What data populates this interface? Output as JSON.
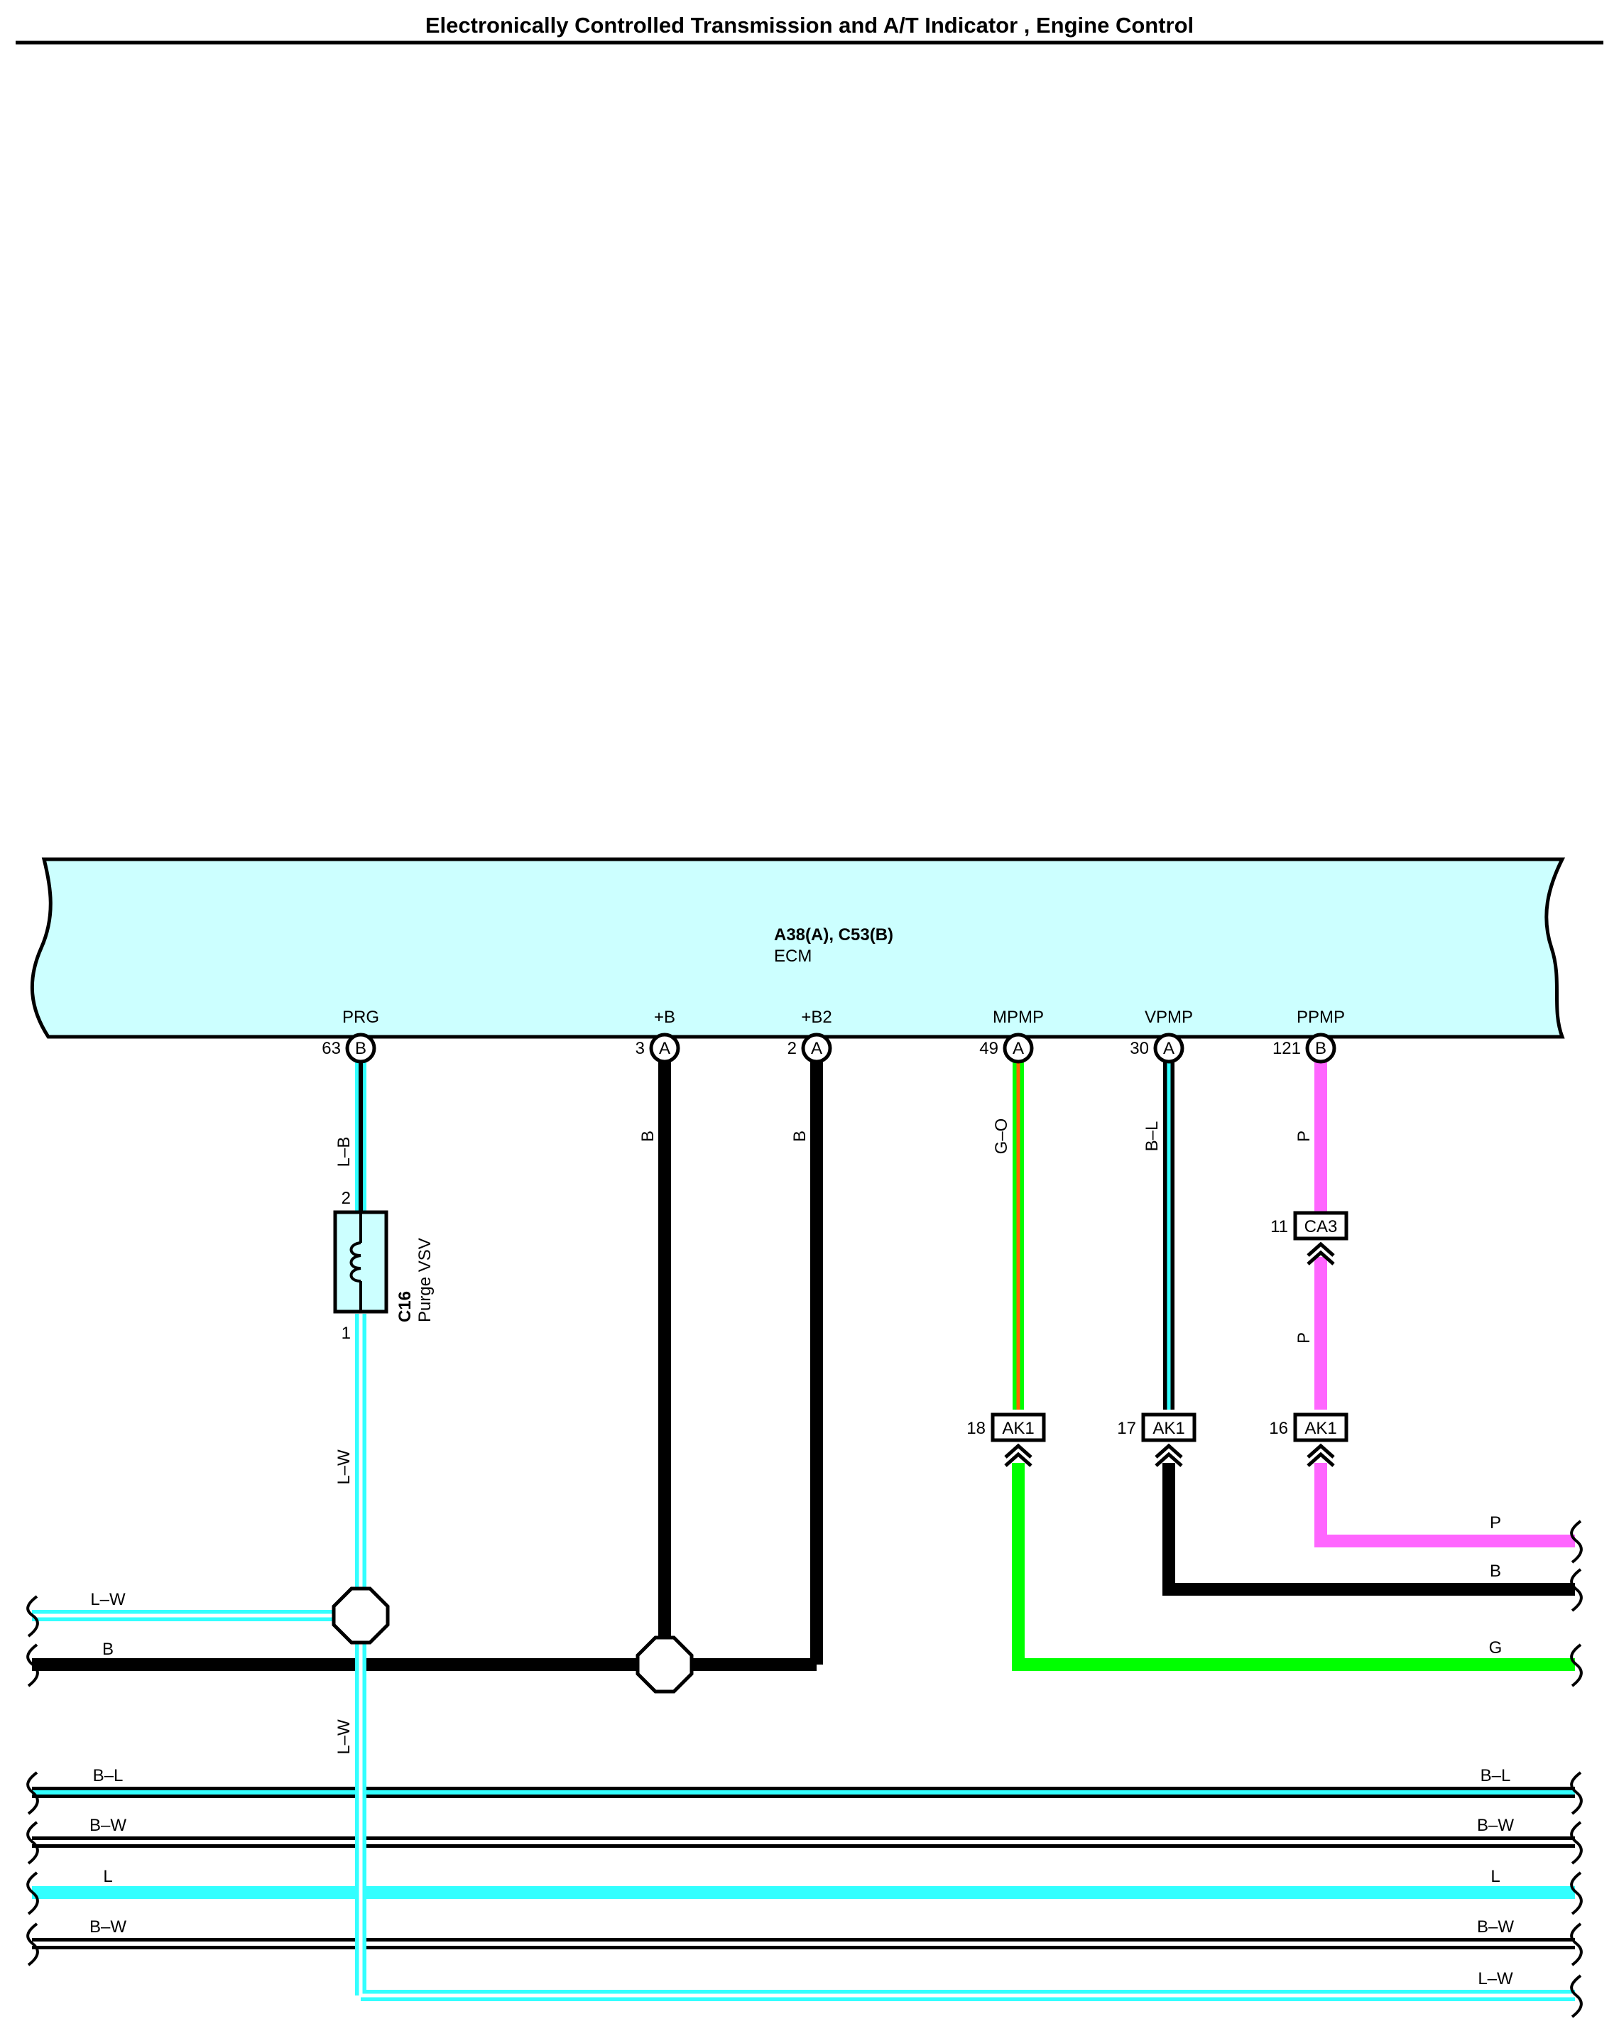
{
  "title": "Electronically Controlled Transmission and A/T Indicator , Engine Control",
  "ecm": {
    "connectors": "A38(A), C53(B)",
    "name": "ECM"
  },
  "terminals": {
    "prg": {
      "label": "PRG",
      "pin": "63",
      "conn": "B"
    },
    "b": {
      "label": "+B",
      "pin": "3",
      "conn": "A"
    },
    "b2": {
      "label": "+B2",
      "pin": "2",
      "conn": "A"
    },
    "mpmp": {
      "label": "MPMP",
      "pin": "49",
      "conn": "A"
    },
    "vpmp": {
      "label": "VPMP",
      "pin": "30",
      "conn": "A"
    },
    "ppmp": {
      "label": "PPMP",
      "pin": "121",
      "conn": "B"
    }
  },
  "vsv": {
    "code": "C16",
    "name": "Purge VSV",
    "pin_top": "2",
    "pin_bottom": "1"
  },
  "connectors": {
    "ca3": {
      "name": "CA3",
      "pin": "11"
    },
    "ak1_mpmp": {
      "name": "AK1",
      "pin": "18"
    },
    "ak1_vpmp": {
      "name": "AK1",
      "pin": "17"
    },
    "ak1_ppmp": {
      "name": "AK1",
      "pin": "16"
    }
  },
  "wire_labels": {
    "prg_upper": "L–B",
    "prg_lower": "L–W",
    "prg_bottom": "L–W",
    "b_vert": "B",
    "b2_vert": "B",
    "mpmp_vert": "G–O",
    "vpmp_vert": "B–L",
    "ppmp_upper": "P",
    "ppmp_lower": "P",
    "left_lw": "L–W",
    "left_b": "B",
    "right_p": "P",
    "right_b": "B",
    "right_g": "G"
  },
  "buses": [
    {
      "left": "B–L",
      "right": "B–L"
    },
    {
      "left": "B–W",
      "right": "B–W"
    },
    {
      "left": "L",
      "right": "L"
    },
    {
      "left": "B–W",
      "right": "B–W"
    },
    {
      "left": "",
      "right": "L–W"
    }
  ],
  "colors": {
    "ecm_fill": "#ccffff",
    "light_blue": "#33ffff",
    "black": "#000000",
    "green": "#00ff00",
    "orange": "#ff6600",
    "pink": "#ff66ff",
    "vsv_fill": "#ccffff"
  }
}
